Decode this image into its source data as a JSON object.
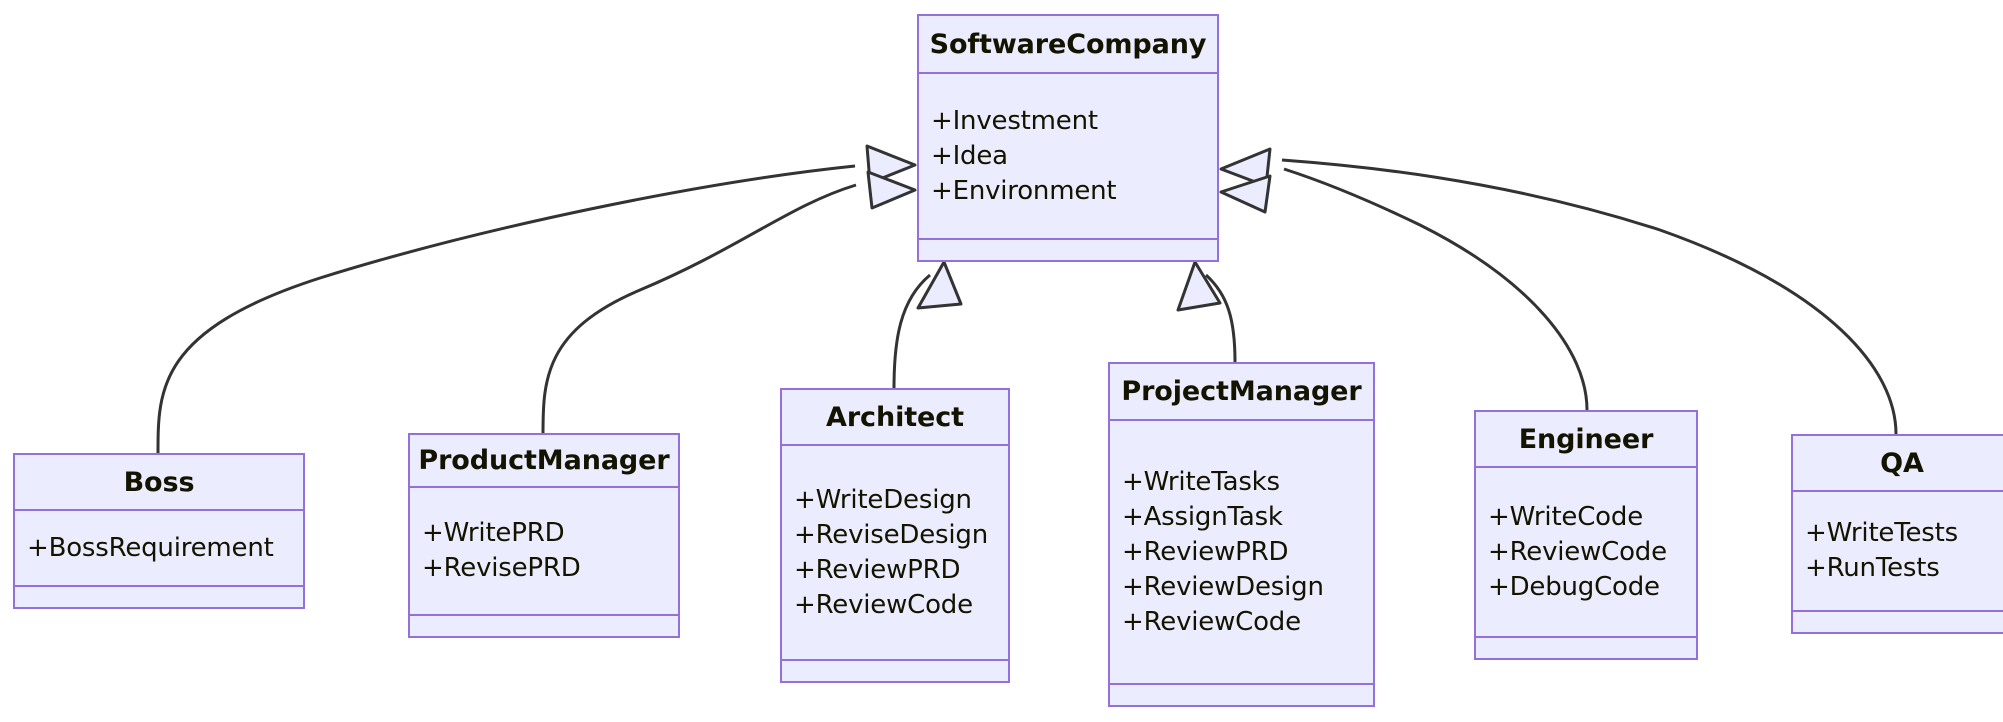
{
  "diagram": {
    "type": "uml-class-diagram",
    "background_color": "#ffffff",
    "node_fill_color": "#ECECFF",
    "node_border_color": "#9370DB",
    "edge_color": "#333333",
    "text_color": "#131300",
    "relationship_type": "inheritance"
  },
  "classes": {
    "software_company": {
      "name": "SoftwareCompany",
      "members": [
        "+Investment",
        "+Idea",
        "+Environment"
      ],
      "methods": []
    },
    "boss": {
      "name": "Boss",
      "members": [
        "+BossRequirement"
      ],
      "methods": []
    },
    "product_manager": {
      "name": "ProductManager",
      "members": [
        "+WritePRD",
        "+RevisePRD"
      ],
      "methods": []
    },
    "architect": {
      "name": "Architect",
      "members": [
        "+WriteDesign",
        "+ReviseDesign",
        "+ReviewPRD",
        "+ReviewCode"
      ],
      "methods": []
    },
    "project_manager": {
      "name": "ProjectManager",
      "members": [
        "+WriteTasks",
        "+AssignTask",
        "+ReviewPRD",
        "+ReviewDesign",
        "+ReviewCode"
      ],
      "methods": []
    },
    "engineer": {
      "name": "Engineer",
      "members": [
        "+WriteCode",
        "+ReviewCode",
        "+DebugCode"
      ],
      "methods": []
    },
    "qa": {
      "name": "QA",
      "members": [
        "+WriteTests",
        "+RunTests"
      ],
      "methods": []
    }
  },
  "relationships": [
    {
      "from": "Boss",
      "to": "SoftwareCompany",
      "kind": "inheritance"
    },
    {
      "from": "ProductManager",
      "to": "SoftwareCompany",
      "kind": "inheritance"
    },
    {
      "from": "Architect",
      "to": "SoftwareCompany",
      "kind": "inheritance"
    },
    {
      "from": "ProjectManager",
      "to": "SoftwareCompany",
      "kind": "inheritance"
    },
    {
      "from": "Engineer",
      "to": "SoftwareCompany",
      "kind": "inheritance"
    },
    {
      "from": "QA",
      "to": "SoftwareCompany",
      "kind": "inheritance"
    }
  ]
}
